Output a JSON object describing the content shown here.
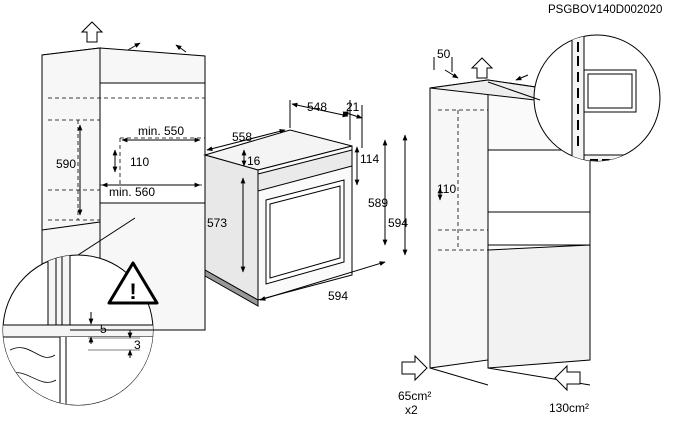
{
  "diagram_code": "PSGBOV140D002020",
  "left_cabinet": {
    "min_550": "min. 550",
    "dim_590": "590",
    "dim_110": "110",
    "min_560": "min. 560"
  },
  "oven": {
    "dim_558": "558",
    "dim_548": "548",
    "dim_21": "21",
    "dim_16": "16",
    "dim_114": "114",
    "dim_573": "573",
    "dim_589": "589",
    "dim_594_h": "594",
    "dim_594_w": "594"
  },
  "detail": {
    "dim_5": "5",
    "dim_3": "3"
  },
  "right_cabinet": {
    "dim_50": "50",
    "dim_110": "110",
    "vent_left_area": "65cm²",
    "vent_left_count": "x2",
    "vent_right_area": "130cm²"
  }
}
